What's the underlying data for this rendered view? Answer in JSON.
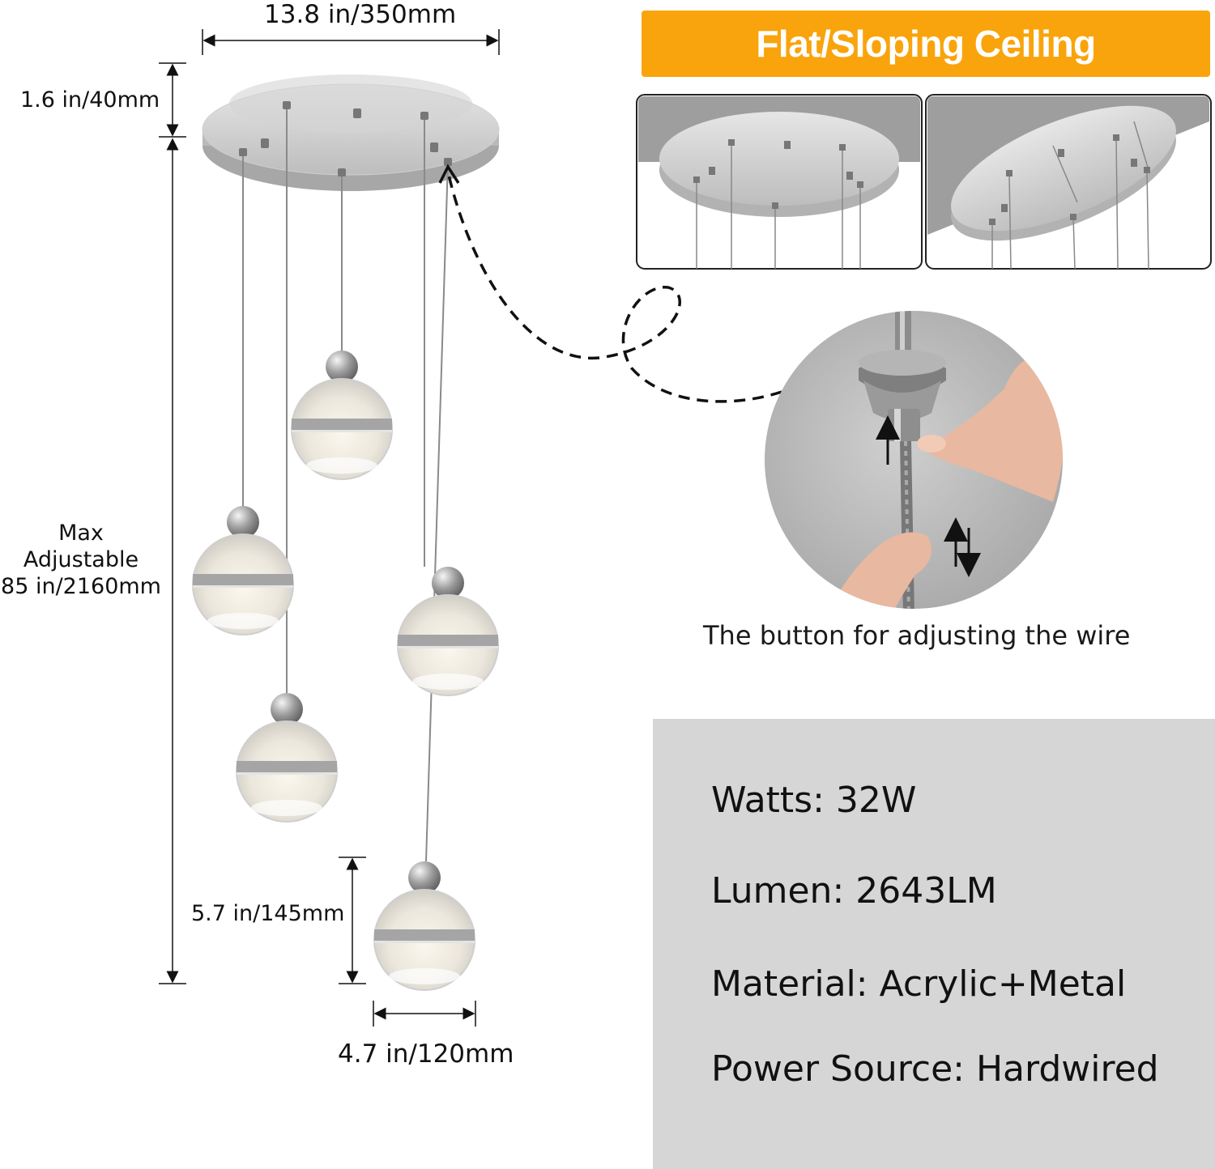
{
  "dimensions": {
    "canopy_width": "13.8 in/350mm",
    "canopy_height": "1.6 in/40mm",
    "max_adjustable": [
      "Max",
      "Adjustable",
      "85 in/2160mm"
    ],
    "shade_height": "5.7 in/145mm",
    "shade_width": "4.7 in/120mm"
  },
  "banner": {
    "title": "Flat/Sloping Ceiling"
  },
  "detail": {
    "caption": "The button for adjusting the wire"
  },
  "specs": [
    {
      "label": "Watts:",
      "value": "32W"
    },
    {
      "label": "Lumen:",
      "value": "2643LM"
    },
    {
      "label": "Material:",
      "value": "Acrylic+Metal"
    },
    {
      "label": "Power Source:",
      "value": "Hardwired"
    }
  ],
  "colors": {
    "banner": "#f9a40c",
    "spec_panel": "#d6d6d6",
    "chrome": "#c9c9c9",
    "ceiling": "#9e9e9e"
  }
}
